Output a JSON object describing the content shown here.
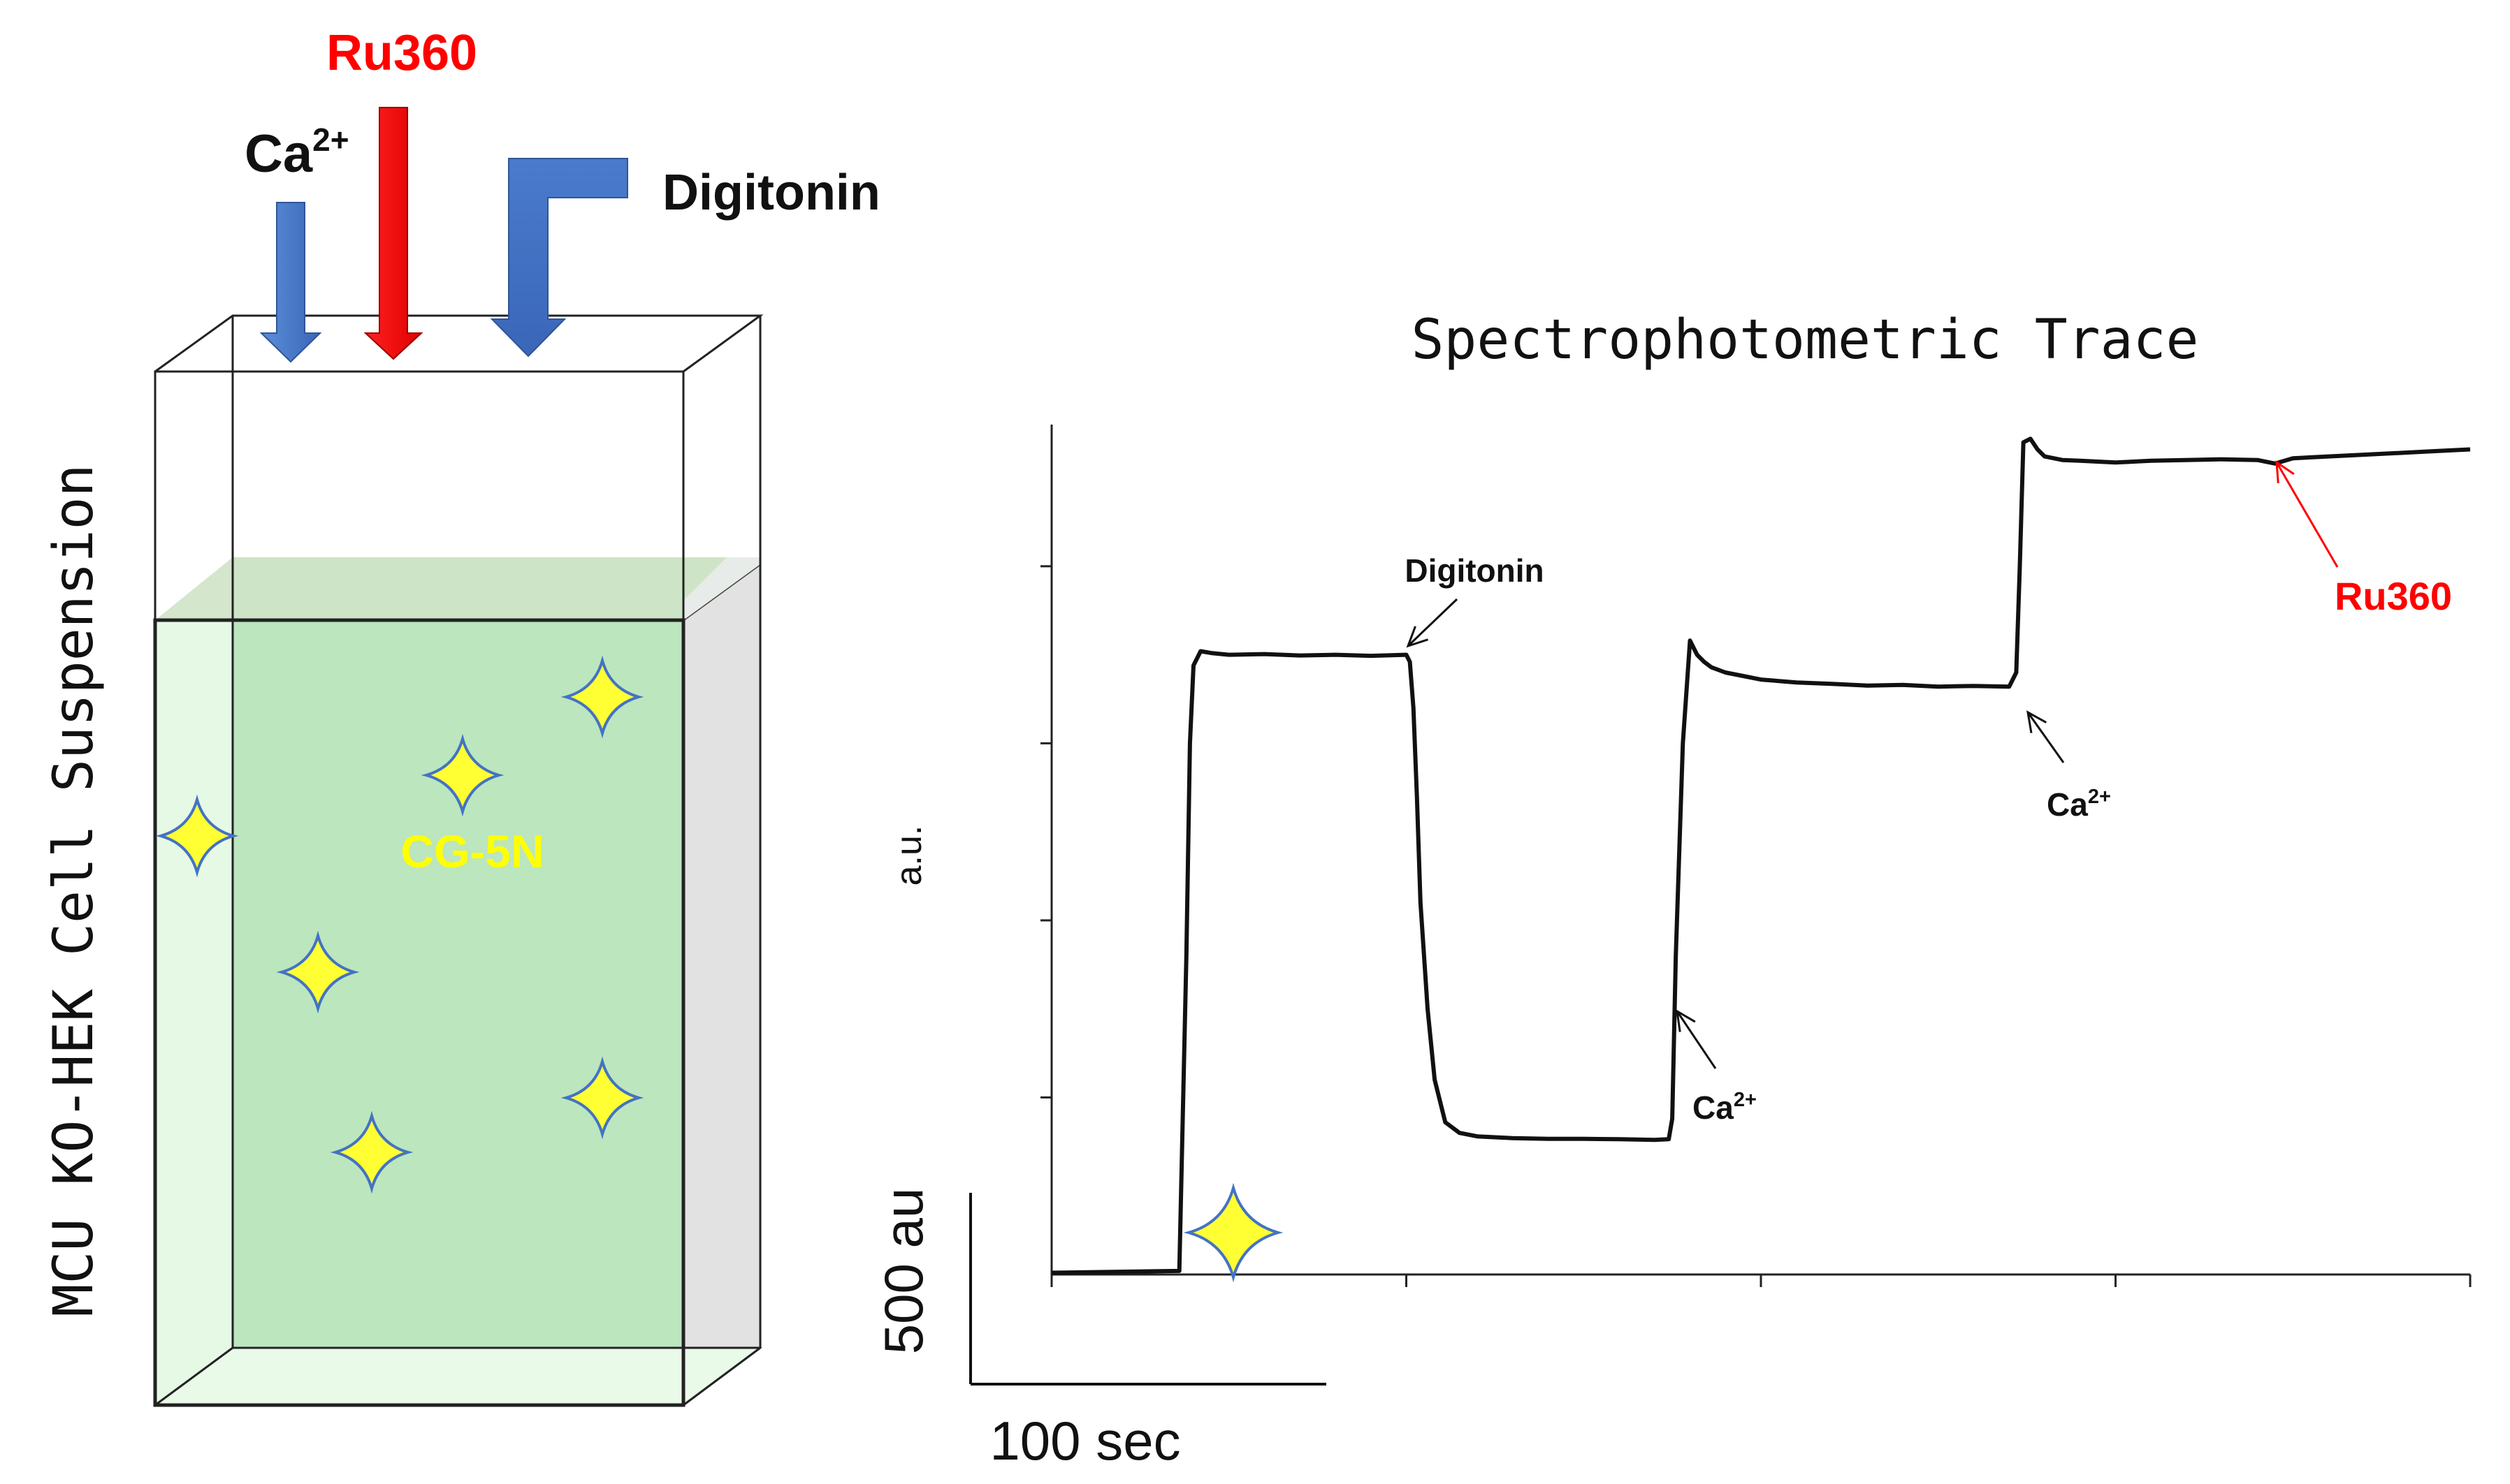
{
  "figure": {
    "title": "Spectrophotometric Trace",
    "cell_label": "MCU KO-HEK Cell Suspension",
    "dye_label": "CG-5N",
    "y_axis_label": "a.u.",
    "scale_bar_y": "500 au",
    "scale_bar_x": "100 sec",
    "additions": {
      "ca_base": "Ca",
      "ca_sup": "2+",
      "ru360": "Ru360",
      "digitonin": "Digitonin"
    },
    "trace_annotations": [
      {
        "name": "digitonin",
        "label": "Digitonin",
        "time_s": 100
      },
      {
        "name": "ca-first",
        "label": "Ca",
        "sup": "2+",
        "time_s": 175
      },
      {
        "name": "ca-second",
        "label": "Ca",
        "sup": "2+",
        "time_s": 275
      },
      {
        "name": "ru360",
        "label": "Ru360",
        "time_s": 345
      }
    ],
    "colors": {
      "ru360": "#ff0000",
      "ca_arrow": "#4472c4",
      "digitonin_arrow": "#4472c4",
      "dye": "#ffff00",
      "suspension": "#b8e8bc",
      "star_fill": "#ffff33",
      "star_stroke": "#4472c4"
    }
  },
  "chart_data": {
    "type": "line",
    "xlabel": "",
    "ylabel": "a.u.",
    "xlim": [
      0,
      400
    ],
    "ylim": [
      0,
      2400
    ],
    "x_ticks": [
      0,
      100,
      200,
      300,
      400
    ],
    "y_ticks": [
      0,
      500,
      1000,
      1500,
      2000
    ],
    "series": [
      {
        "x": [
          0,
          36,
          38,
          39,
          40,
          42,
          45,
          50,
          60,
          70,
          80,
          90,
          100,
          101,
          102,
          103,
          104,
          106,
          108,
          111,
          115,
          120,
          130,
          140,
          150,
          160,
          170,
          174,
          175,
          176,
          178,
          180,
          182,
          184,
          186,
          190,
          195,
          200,
          210,
          220,
          230,
          240,
          250,
          260,
          270,
          272,
          273,
          274,
          276,
          278,
          280,
          285,
          290,
          300,
          310,
          320,
          330,
          340,
          345,
          350,
          360,
          370,
          380,
          390,
          400
        ],
        "y": [
          5,
          10,
          900,
          1500,
          1720,
          1760,
          1755,
          1750,
          1752,
          1748,
          1750,
          1747,
          1750,
          1730,
          1600,
          1350,
          1050,
          750,
          550,
          430,
          400,
          390,
          385,
          383,
          383,
          382,
          380,
          382,
          440,
          900,
          1500,
          1790,
          1750,
          1730,
          1715,
          1700,
          1690,
          1680,
          1672,
          1668,
          1663,
          1665,
          1660,
          1662,
          1660,
          1700,
          2000,
          2350,
          2360,
          2330,
          2310,
          2300,
          2298,
          2293,
          2298,
          2300,
          2302,
          2300,
          2290,
          2305,
          2310,
          2315,
          2320,
          2325,
          2330
        ]
      }
    ]
  }
}
